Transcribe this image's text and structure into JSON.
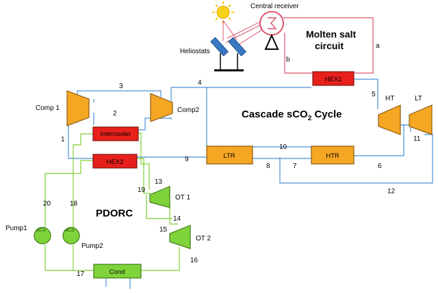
{
  "labels": {
    "central_receiver": "Central receiver",
    "molten_salt_line1": "Molten salt",
    "molten_salt_line2": "circuit",
    "heliostats": "Heliostats",
    "cascade_title": "Cascade sCO",
    "cascade_sub": "2",
    "cascade_tail": " Cycle",
    "pdorc": "PDORC",
    "comp1": "Comp 1",
    "comp2": "Comp2",
    "ht": "HT",
    "lt": "LT",
    "ot1": "OT 1",
    "ot2": "OT 2",
    "pump1": "Pump1",
    "pump2": "Pump2"
  },
  "boxes": {
    "hex1": "HEX1",
    "intercooler": "Intercooler",
    "hex2": "HEX2",
    "ltr": "LTR",
    "htr": "HTR",
    "cond": "Cond"
  },
  "streams": {
    "s1": "1",
    "s2": "2",
    "s3": "3",
    "s4": "4",
    "s5": "5",
    "s6": "6",
    "s7": "7",
    "s8": "8",
    "s9": "9",
    "s10": "10",
    "s11": "11",
    "s12": "12",
    "s13": "13",
    "s14": "14",
    "s15": "15",
    "s16": "16",
    "s17": "17",
    "s18": "18",
    "s19": "19",
    "s20": "20",
    "sa": "a",
    "sb": "b"
  },
  "colors": {
    "sco2_line": "#4a8fd6",
    "salt_line": "#d9536a",
    "orc_line": "#7ccf35",
    "red_box": "#e8201c",
    "orange_box": "#f5a623",
    "green_box": "#7fd33a",
    "turbo": "#f5a623",
    "orc_turbo": "#7fd33a",
    "sun": "#f7d21c",
    "heliostat": "#3a78c2"
  }
}
